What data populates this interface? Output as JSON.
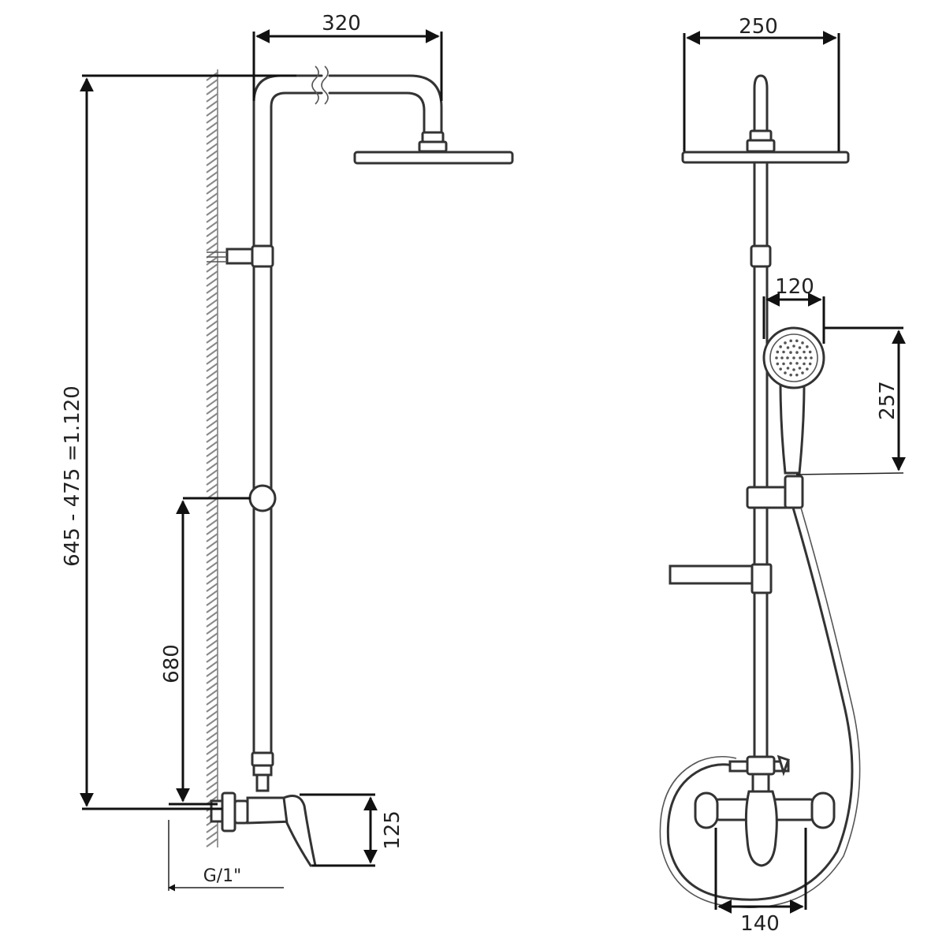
{
  "diagram": {
    "side_view": {
      "dim_arm_width": "320",
      "dim_total_height": "645 - 475 =1.120",
      "dim_mixer_height": "680",
      "dim_spout_drop": "125",
      "dim_thread": "G/1\""
    },
    "front_view": {
      "dim_head_width": "250",
      "dim_hand_width": "120",
      "dim_hand_length": "257",
      "dim_mixer_spacing": "140"
    }
  }
}
